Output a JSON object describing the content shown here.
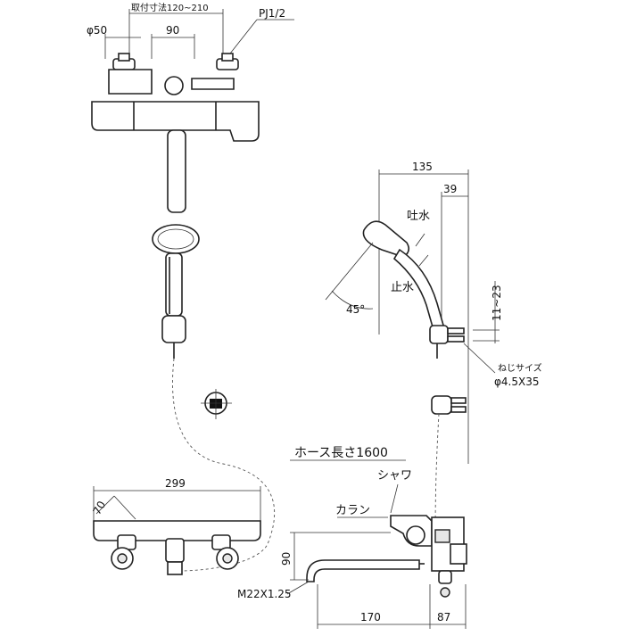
{
  "labels": {
    "mount_pitch": "取付寸法120~210",
    "diameter_50": "φ50",
    "width_90": "90",
    "pipe_thread": "PJ1/2",
    "depth_135": "135",
    "depth_39": "39",
    "spout_water": "吐水",
    "stop_water": "止水",
    "angle_45": "45°",
    "range_11_23": "11~23",
    "screw_size_title": "ねじサイズ",
    "screw_size": "φ4.5X35",
    "hose_length": "ホース長さ1600",
    "shower": "シャワ",
    "faucet": "カラン",
    "width_299": "299",
    "angle_70": "70",
    "height_90": "90",
    "thread_m22": "M22X1.25",
    "spout_170": "170",
    "offset_87": "87"
  }
}
